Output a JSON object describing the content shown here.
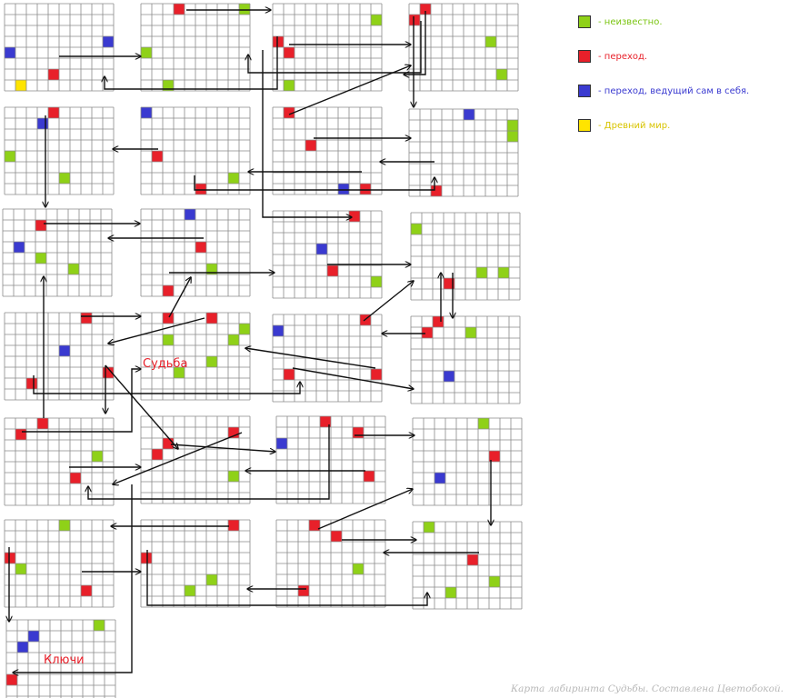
{
  "colors": {
    "unknown": "#8fd118",
    "transition": "#e8202a",
    "self_transition": "#3a3ad0",
    "ancient": "#ffe400",
    "grid_line": "#8a8a8a",
    "arrow": "#111111"
  },
  "legend": [
    {
      "key": "unknown",
      "text": "- неизвестно."
    },
    {
      "key": "transition",
      "text": "- переход."
    },
    {
      "key": "self_transition",
      "text": "- переход, ведущий сам в себя."
    },
    {
      "key": "ancient",
      "text": "- Древний мир."
    }
  ],
  "labels": {
    "fate": "Судьба",
    "keys": "Ключи"
  },
  "caption": "Карта лабиринта Судьбы. Составлена Цветобокой.",
  "rooms": [
    {
      "id": "r1-1",
      "cells": [
        [
          "b",
          0,
          4
        ],
        [
          "r",
          4,
          6
        ],
        [
          "y",
          1,
          7
        ],
        [
          "b",
          9,
          3
        ]
      ]
    },
    {
      "id": "r1-2",
      "cells": [
        [
          "r",
          3,
          0
        ],
        [
          "g",
          9,
          0
        ],
        [
          "g",
          0,
          4
        ],
        [
          "g",
          2,
          7
        ]
      ]
    },
    {
      "id": "r1-3",
      "cells": [
        [
          "r",
          0,
          3
        ],
        [
          "r",
          1,
          4
        ],
        [
          "g",
          9,
          1
        ],
        [
          "g",
          1,
          7
        ]
      ]
    },
    {
      "id": "r1-4",
      "cells": [
        [
          "r",
          0,
          1
        ],
        [
          "r",
          1,
          0
        ],
        [
          "g",
          7,
          3
        ],
        [
          "g",
          8,
          6
        ]
      ]
    },
    {
      "id": "r2-1",
      "cells": [
        [
          "r",
          4,
          0
        ],
        [
          "b",
          3,
          1
        ],
        [
          "g",
          0,
          4
        ],
        [
          "g",
          5,
          6
        ]
      ]
    },
    {
      "id": "r2-2",
      "cells": [
        [
          "b",
          0,
          0
        ],
        [
          "r",
          1,
          4
        ],
        [
          "r",
          5,
          7
        ],
        [
          "g",
          8,
          6
        ]
      ]
    },
    {
      "id": "r2-3",
      "cells": [
        [
          "r",
          1,
          0
        ],
        [
          "r",
          3,
          3
        ],
        [
          "b",
          6,
          7
        ],
        [
          "r",
          8,
          7
        ]
      ]
    },
    {
      "id": "r2-4",
      "cells": [
        [
          "b",
          5,
          0
        ],
        [
          "g",
          9,
          1
        ],
        [
          "g",
          9,
          2
        ],
        [
          "r",
          2,
          7
        ]
      ]
    },
    {
      "id": "r3-1",
      "cells": [
        [
          "r",
          3,
          1
        ],
        [
          "b",
          1,
          3
        ],
        [
          "g",
          3,
          4
        ],
        [
          "g",
          6,
          5
        ]
      ]
    },
    {
      "id": "r3-2",
      "cells": [
        [
          "b",
          4,
          0
        ],
        [
          "r",
          5,
          3
        ],
        [
          "g",
          6,
          5
        ],
        [
          "r",
          2,
          7
        ]
      ]
    },
    {
      "id": "r3-3",
      "cells": [
        [
          "r",
          7,
          0
        ],
        [
          "b",
          4,
          3
        ],
        [
          "r",
          5,
          5
        ],
        [
          "g",
          9,
          6
        ]
      ]
    },
    {
      "id": "r3-4",
      "cells": [
        [
          "g",
          0,
          1
        ],
        [
          "r",
          3,
          6
        ],
        [
          "g",
          6,
          5
        ],
        [
          "g",
          8,
          5
        ]
      ]
    },
    {
      "id": "r4-1",
      "cells": [
        [
          "r",
          7,
          0
        ],
        [
          "b",
          5,
          3
        ],
        [
          "r",
          2,
          6
        ],
        [
          "r",
          9,
          5
        ]
      ]
    },
    {
      "id": "r4-2",
      "cells": [
        [
          "r",
          2,
          0
        ],
        [
          "r",
          6,
          0
        ],
        [
          "g",
          9,
          1
        ],
        [
          "g",
          2,
          2
        ],
        [
          "g",
          8,
          2
        ],
        [
          "g",
          6,
          4
        ],
        [
          "g",
          3,
          5
        ]
      ]
    },
    {
      "id": "r4-3",
      "cells": [
        [
          "b",
          0,
          1
        ],
        [
          "r",
          8,
          0
        ],
        [
          "r",
          1,
          5
        ],
        [
          "r",
          9,
          5
        ]
      ]
    },
    {
      "id": "r4-4",
      "cells": [
        [
          "r",
          2,
          0
        ],
        [
          "r",
          1,
          1
        ],
        [
          "g",
          5,
          1
        ],
        [
          "b",
          3,
          5
        ]
      ]
    },
    {
      "id": "r5-1",
      "cells": [
        [
          "r",
          3,
          0
        ],
        [
          "r",
          1,
          1
        ],
        [
          "g",
          8,
          3
        ],
        [
          "r",
          6,
          5
        ]
      ]
    },
    {
      "id": "r5-2",
      "cells": [
        [
          "r",
          8,
          1
        ],
        [
          "r",
          2,
          2
        ],
        [
          "r",
          1,
          3
        ],
        [
          "g",
          8,
          5
        ]
      ]
    },
    {
      "id": "r5-3",
      "cells": [
        [
          "r",
          4,
          0
        ],
        [
          "b",
          0,
          2
        ],
        [
          "r",
          7,
          1
        ],
        [
          "r",
          8,
          5
        ]
      ]
    },
    {
      "id": "r5-4",
      "cells": [
        [
          "g",
          6,
          0
        ],
        [
          "r",
          7,
          3
        ],
        [
          "b",
          2,
          5
        ]
      ]
    },
    {
      "id": "r6-1",
      "cells": [
        [
          "g",
          5,
          0
        ],
        [
          "r",
          0,
          3
        ],
        [
          "g",
          1,
          4
        ],
        [
          "r",
          7,
          6
        ]
      ]
    },
    {
      "id": "r6-2",
      "cells": [
        [
          "r",
          8,
          0
        ],
        [
          "r",
          0,
          3
        ],
        [
          "g",
          4,
          6
        ],
        [
          "g",
          6,
          5
        ]
      ]
    },
    {
      "id": "r6-3",
      "cells": [
        [
          "r",
          3,
          0
        ],
        [
          "r",
          5,
          1
        ],
        [
          "g",
          7,
          4
        ],
        [
          "r",
          2,
          6
        ]
      ]
    },
    {
      "id": "r6-4",
      "cells": [
        [
          "g",
          1,
          0
        ],
        [
          "r",
          5,
          3
        ],
        [
          "g",
          7,
          5
        ],
        [
          "g",
          3,
          6
        ]
      ]
    },
    {
      "id": "r7-1",
      "cells": [
        [
          "g",
          8,
          0
        ],
        [
          "b",
          2,
          1
        ],
        [
          "b",
          1,
          2
        ],
        [
          "r",
          0,
          5
        ]
      ]
    }
  ]
}
